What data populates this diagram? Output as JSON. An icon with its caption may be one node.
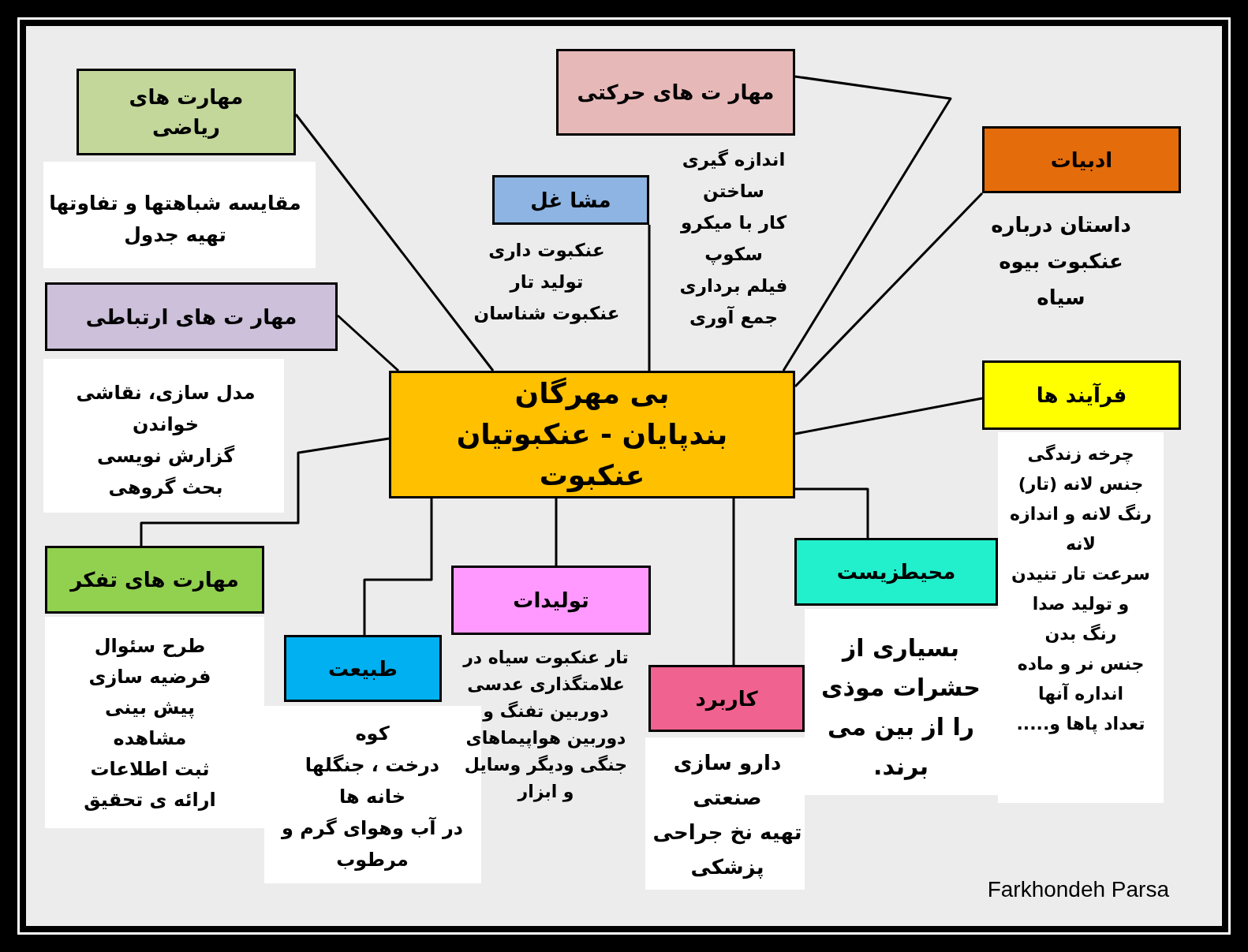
{
  "diagram": {
    "nodes": [
      {
        "text": [
          "مهار ت های حرکتی"
        ],
        "beside": [
          "اندازه گیری",
          "ساختن",
          "کار با میکرو سکوپ",
          "فیلم برداری",
          "جمع آوری"
        ]
      },
      {
        "text": [
          "مهارت های ریاضی"
        ],
        "beside": [
          "مقایسه شباهتها و تفاوتها",
          "تهیه جدول"
        ]
      },
      {
        "text": [
          "ادبیات"
        ],
        "beside": [
          "داستان درباره عنکبوت بیوه سیاه"
        ]
      },
      {
        "text": [
          "مشا غل"
        ],
        "beside": [
          "عنکبوت داری",
          "تولید تار",
          "عنکبوت شناسان"
        ]
      },
      {
        "text": [
          "مهار ت های ارتباطی"
        ],
        "beside": [
          "مدل سازی، نقاشی",
          "خواندن",
          "گزارش نویسی",
          "بحث گروهی"
        ]
      },
      {
        "text": [
          "فرآیند ها"
        ],
        "beside": [
          "چرخه زندگی",
          "جنس لانه (تار)",
          "رنگ لانه و اندازه لانه",
          "سرعت تار تنیدن و تولید صدا",
          "رنگ بدن",
          "جنس نر و ماده",
          "انداره آنها",
          "تعداد پاها و....."
        ]
      },
      {
        "text": [
          "بی مهرگان",
          "بندپایان - عنکبوتیان",
          "عنکبوت"
        ]
      },
      {
        "text": [
          "محیطزیست"
        ],
        "beside": [
          "بسیاری از حشرات موذی را از بین می برند."
        ]
      },
      {
        "text": [
          "مهارت های تفکر"
        ],
        "beside": [
          "طرح سئوال",
          "فرضیه سازی",
          "پیش بینی",
          "مشاهده",
          "ثبت اطلاعات",
          "ارائه ی تحقیق"
        ]
      },
      {
        "text": [
          "تولیدات"
        ],
        "beside": [
          "تار عنکبوت سیاه در علامتگذاری عدسی دوربین تفنگ و دوربین هواپیماهای جنگی ودیگر وسایل و ابزار"
        ]
      },
      {
        "text": [
          "طبیعت"
        ],
        "beside": [
          "کوه",
          "درخت ، جنگلها",
          "خانه ها",
          "در آب وهوای گرم و مرطوب"
        ]
      },
      {
        "text": [
          "کاربرد"
        ],
        "beside": [
          "دارو سازی",
          "صنعتی",
          "تهیه نخ جراحی پزشکی"
        ]
      }
    ],
    "edges": [
      {
        "from": 6,
        "to": 0,
        "arrow": "none"
      },
      {
        "from": 6,
        "to": 1,
        "arrow": "none"
      },
      {
        "from": 6,
        "to": 2,
        "arrow": "none"
      },
      {
        "from": 6,
        "to": 3,
        "arrow": "none"
      },
      {
        "from": 6,
        "to": 4,
        "arrow": "none"
      },
      {
        "from": 6,
        "to": 5,
        "arrow": "none"
      },
      {
        "from": 6,
        "to": 7,
        "arrow": "none"
      },
      {
        "from": 6,
        "to": 8,
        "arrow": "none"
      },
      {
        "from": 6,
        "to": 9,
        "arrow": "none"
      },
      {
        "from": 6,
        "to": 10,
        "arrow": "none"
      },
      {
        "from": 6,
        "to": 11,
        "arrow": "none"
      }
    ],
    "labels": [
      "Farkhondeh Parsa"
    ]
  }
}
